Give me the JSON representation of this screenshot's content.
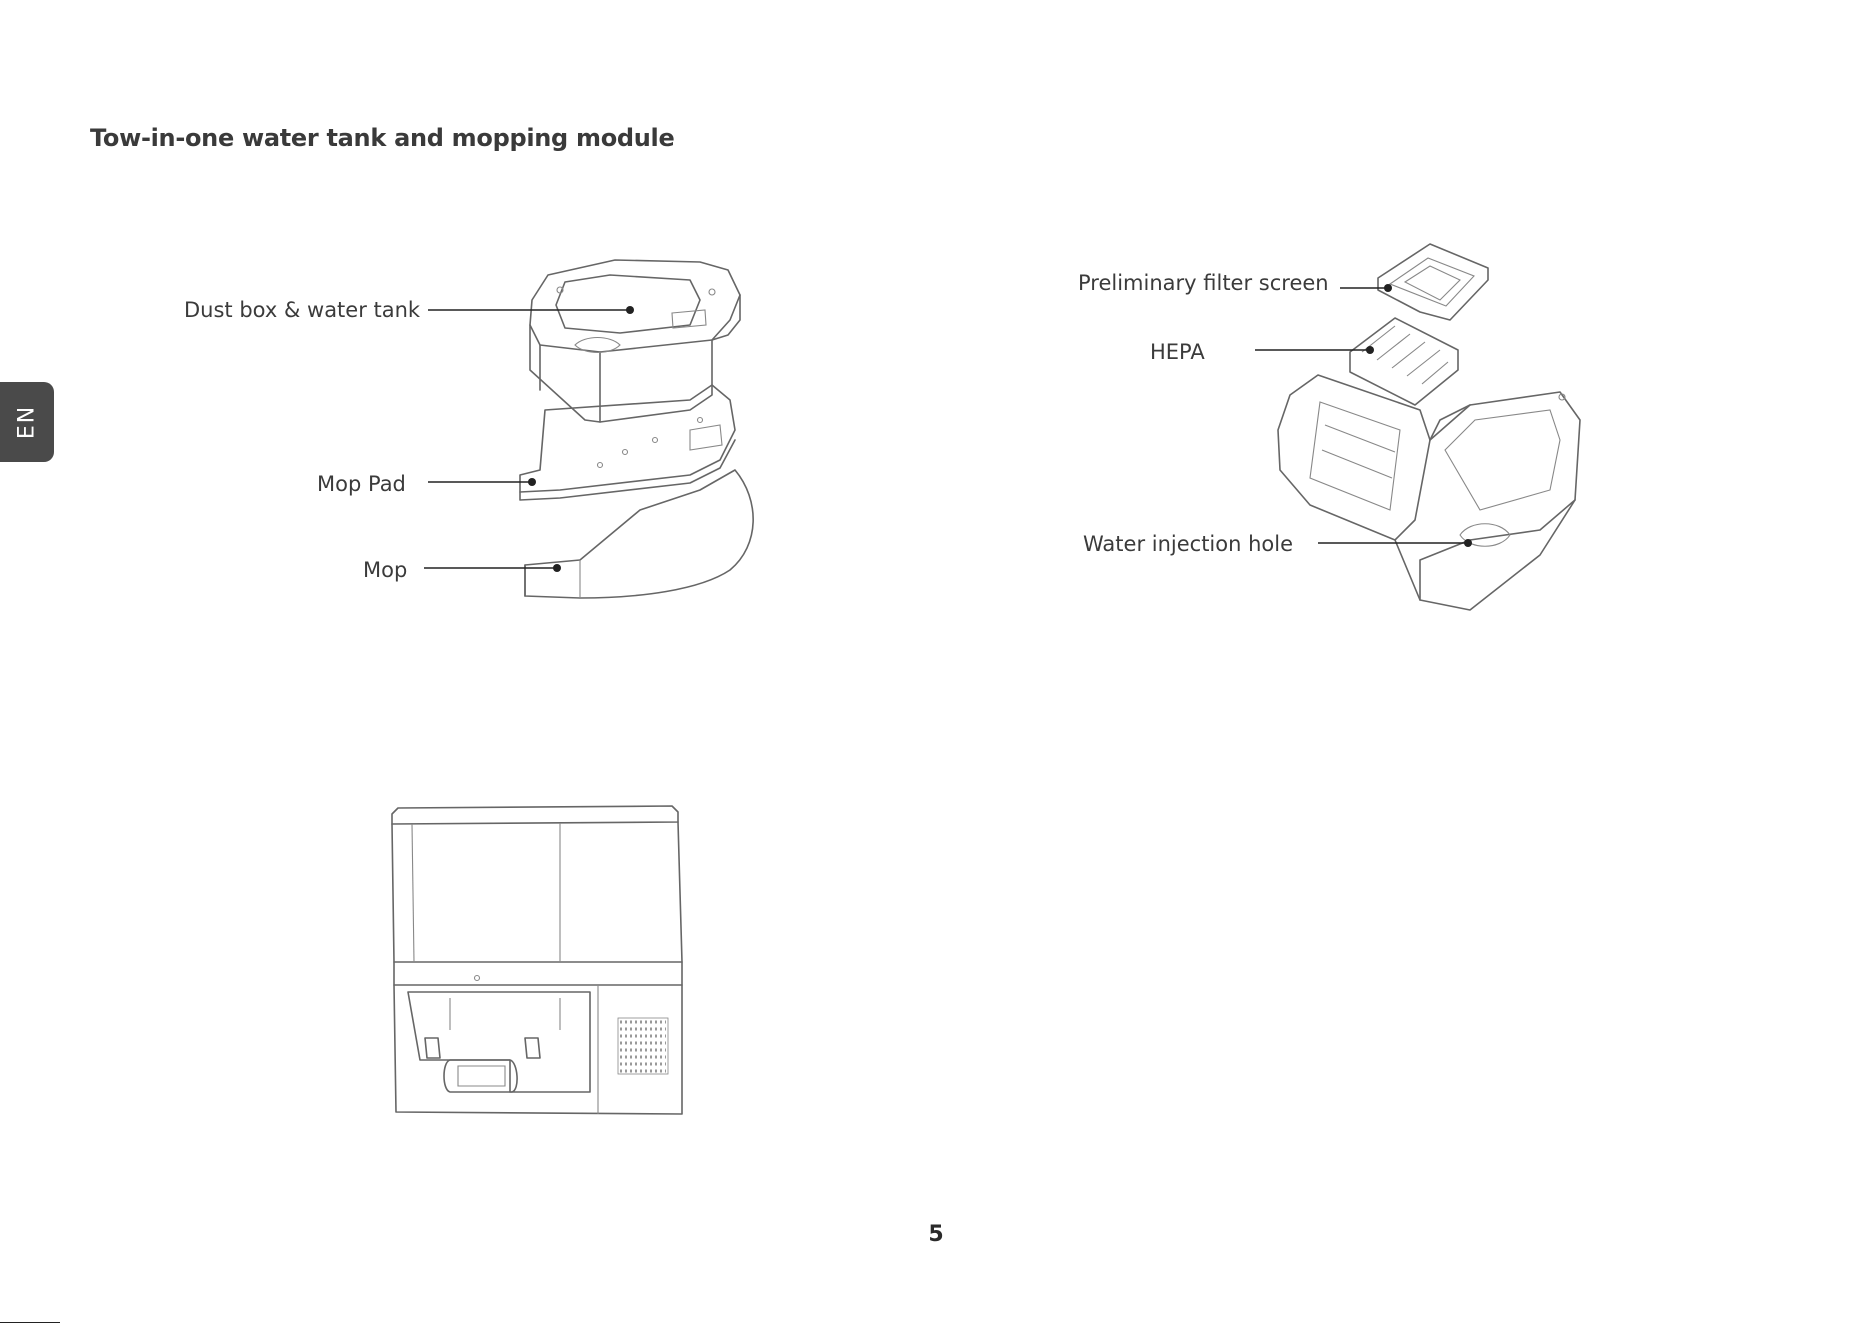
{
  "header": {
    "title": "Tow-in-one water tank and mopping module"
  },
  "sidebar_tab": {
    "language": "EN"
  },
  "robot_exploded": {
    "labels": {
      "dust_box": "Dust box & water tank",
      "mop_pad": "Mop Pad",
      "mop": "Mop"
    }
  },
  "dust_box_open": {
    "labels": {
      "filter": "Preliminary filter screen",
      "hepa": "HEPA",
      "water_hole": "Water injection hole"
    }
  },
  "footer": {
    "page_number": "5"
  }
}
